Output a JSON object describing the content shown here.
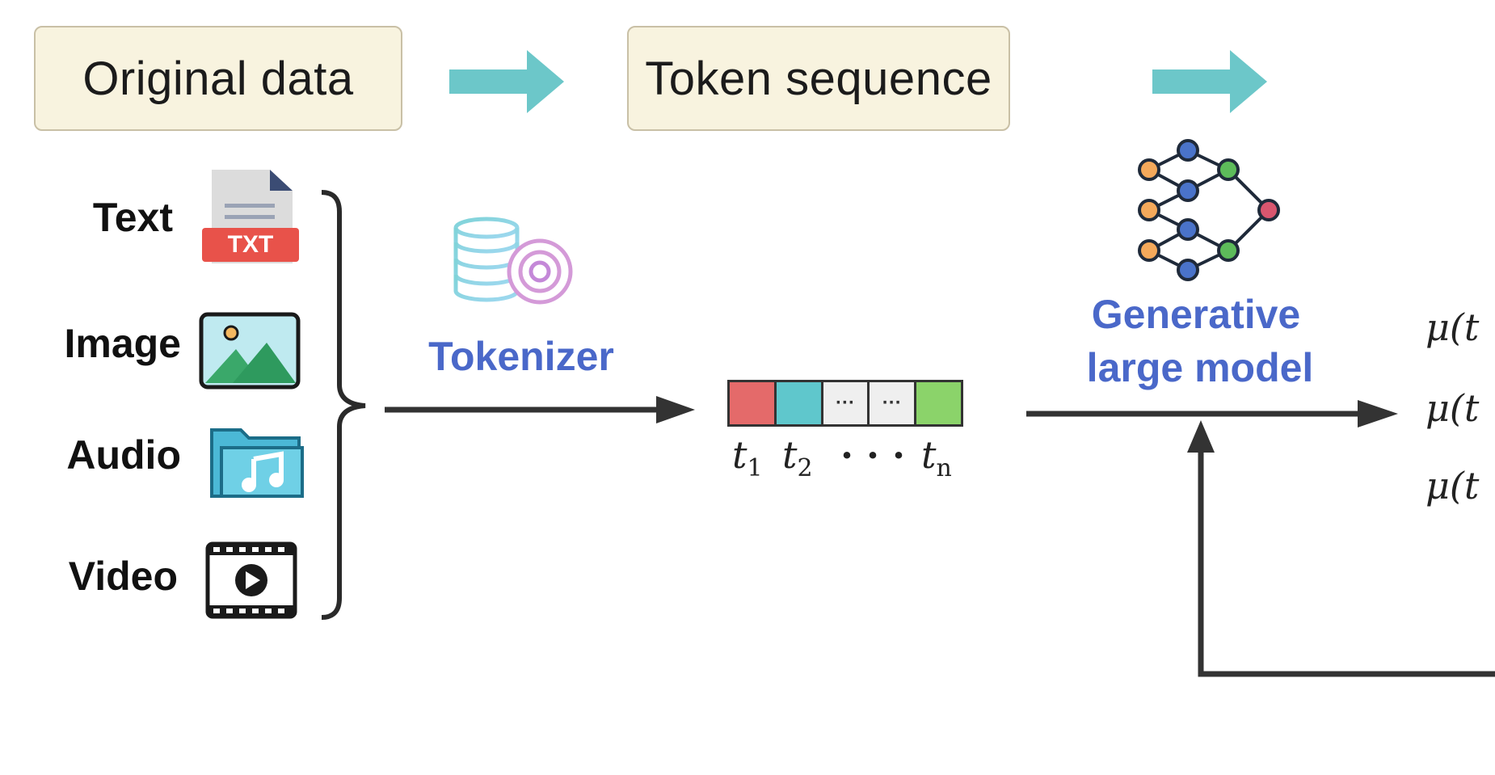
{
  "stages": {
    "original": "Original data",
    "token_sequence": "Token sequence"
  },
  "modalities": [
    {
      "label": "Text",
      "icon": "txt-file-icon"
    },
    {
      "label": "Image",
      "icon": "image-icon"
    },
    {
      "label": "Audio",
      "icon": "audio-folder-icon"
    },
    {
      "label": "Video",
      "icon": "video-icon"
    }
  ],
  "text_icon_badge": "TXT",
  "tokenizer": {
    "label": "Tokenizer",
    "icon": "token-coins-icon"
  },
  "token_sequence": {
    "cells": [
      {
        "color": "#e46a6a"
      },
      {
        "color": "#5fc7cc"
      },
      {
        "color": "#efefef",
        "text": "···"
      },
      {
        "color": "#efefef",
        "text": "···"
      },
      {
        "color": "#8bd36a"
      }
    ],
    "labels": [
      "t",
      "t",
      "· · ·",
      "t"
    ],
    "subscripts": [
      "1",
      "2",
      "",
      "n"
    ]
  },
  "model": {
    "label_line1": "Generative",
    "label_line2": "large model",
    "icon": "neural-network-icon"
  },
  "outputs": [
    "μ(t",
    "μ(t",
    "μ(t"
  ],
  "colors": {
    "stage_box_fill": "#f8f3df",
    "teal_arrow": "#6cc7c9",
    "blue_text": "#4a68c9",
    "line": "#333333"
  }
}
